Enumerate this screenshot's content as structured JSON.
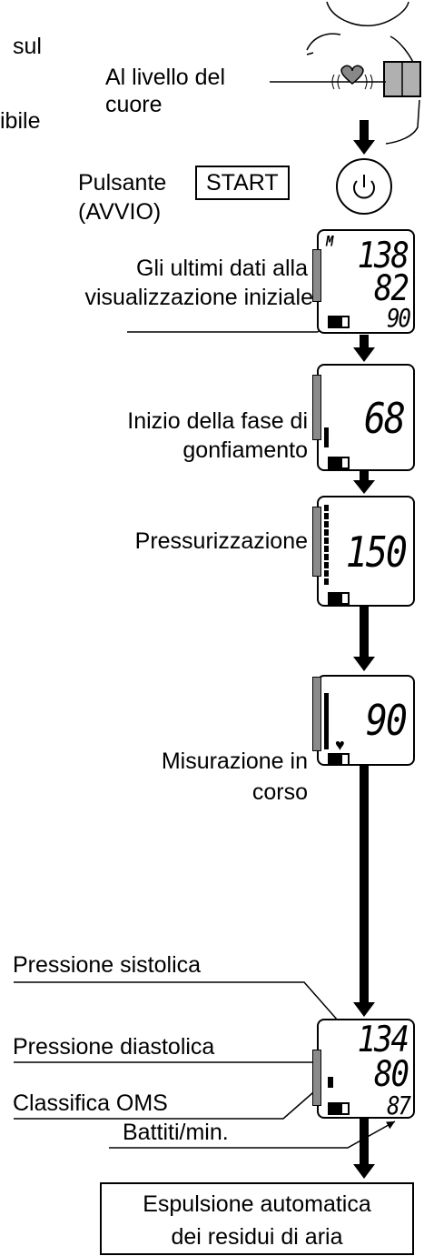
{
  "edge_text": {
    "line1": "sul",
    "line2": "ibile"
  },
  "heart_level": {
    "line1": "Al livello del",
    "line2": "cuore"
  },
  "start": {
    "line1": "Pulsante",
    "line2": "(AVVIO)",
    "button": "START"
  },
  "last_data": {
    "line1": "Gli ultimi dati alla",
    "line2": "visualizzazione iniziale",
    "m_icon": "M",
    "sys": "138",
    "dia": "82",
    "pulse": "90"
  },
  "inflation_start": {
    "line1": "Inizio della fase di",
    "line2": "gonfiamento",
    "value": "68"
  },
  "pressurization": {
    "label": "Pressurizzazione",
    "value": "150"
  },
  "measuring": {
    "line1": "Misurazione in",
    "line2": "corso",
    "value": "90"
  },
  "result": {
    "systolic_label": "Pressione sistolica",
    "diastolic_label": "Pressione diastolica",
    "who_label": "Classifica OMS",
    "pulse_label": "Battiti/min.",
    "sys": "134",
    "dia": "80",
    "pulse": "87"
  },
  "final": {
    "line1": "Espulsione automatica",
    "line2": "dei residui di aria"
  },
  "icons": {
    "power": "power-icon",
    "heart": "heart-icon",
    "battery": "battery-icon",
    "cuff": "cuff-icon"
  },
  "colors": {
    "line": "#000000",
    "bar_gray": "#8a8a8a",
    "cuff_gray": "#b0b0b0"
  }
}
